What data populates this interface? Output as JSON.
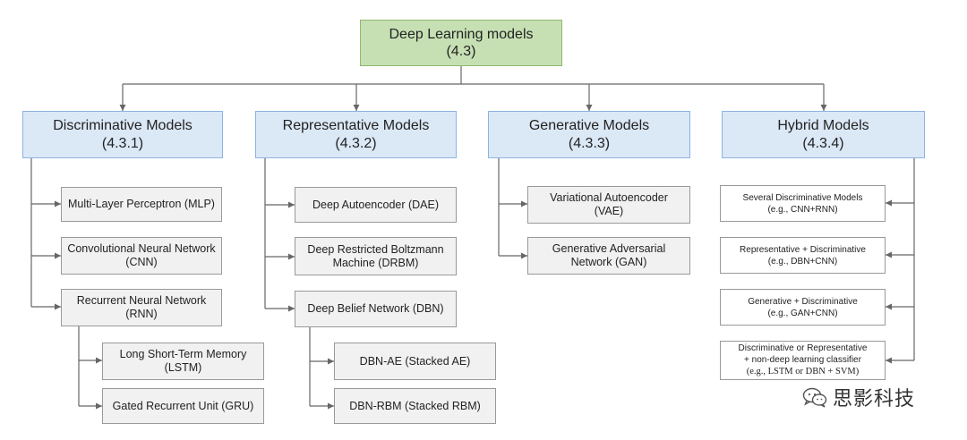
{
  "root": {
    "title": "Deep Learning models",
    "section": "(4.3)"
  },
  "categories": [
    {
      "title": "Discriminative Models",
      "section": "(4.3.1)"
    },
    {
      "title": "Representative Models",
      "section": "(4.3.2)"
    },
    {
      "title": "Generative Models",
      "section": "(4.3.3)"
    },
    {
      "title": "Hybrid Models",
      "section": "(4.3.4)"
    }
  ],
  "discriminative": {
    "mlp": "Multi-Layer Perceptron (MLP)",
    "cnn": {
      "line1": "Convolutional Neural Network",
      "line2": "(CNN)"
    },
    "rnn": {
      "line1": "Recurrent Neural Network",
      "line2": "(RNN)"
    },
    "lstm": {
      "line1": "Long Short-Term Memory",
      "line2": "(LSTM)"
    },
    "gru": "Gated Recurrent Unit (GRU)"
  },
  "representative": {
    "dae": "Deep Autoencoder (DAE)",
    "drbm": {
      "line1": "Deep Restricted Boltzmann",
      "line2": "Machine (DRBM)"
    },
    "dbn": "Deep Belief Network (DBN)",
    "dbn_ae": "DBN-AE (Stacked AE)",
    "dbn_rbm": "DBN-RBM (Stacked RBM)"
  },
  "generative": {
    "vae": {
      "line1": "Variational Autoencoder",
      "line2": "(VAE)"
    },
    "gan": {
      "line1": "Generative Adversarial",
      "line2": "Network (GAN)"
    }
  },
  "hybrid": {
    "h1": {
      "line1": "Several Discriminative Models",
      "line2": "(e.g., CNN+RNN)"
    },
    "h2": {
      "line1": "Representative + Discriminative",
      "line2": "(e.g., DBN+CNN)"
    },
    "h3": {
      "line1": "Generative + Discriminative",
      "line2": "(e.g., GAN+CNN)"
    },
    "h4": {
      "line1": "Discriminative or Representative",
      "line2": "+ non-deep learning classifier",
      "line3": "(e.g., LSTM or DBN + SVM)"
    }
  },
  "watermark": {
    "text": "思影科技",
    "icon": "wechat-icon"
  },
  "colors": {
    "root_fill": "#c6e0b4",
    "category_fill": "#dbe8f6",
    "leaf_fill": "#f1f1f1",
    "connector": "#666666"
  }
}
